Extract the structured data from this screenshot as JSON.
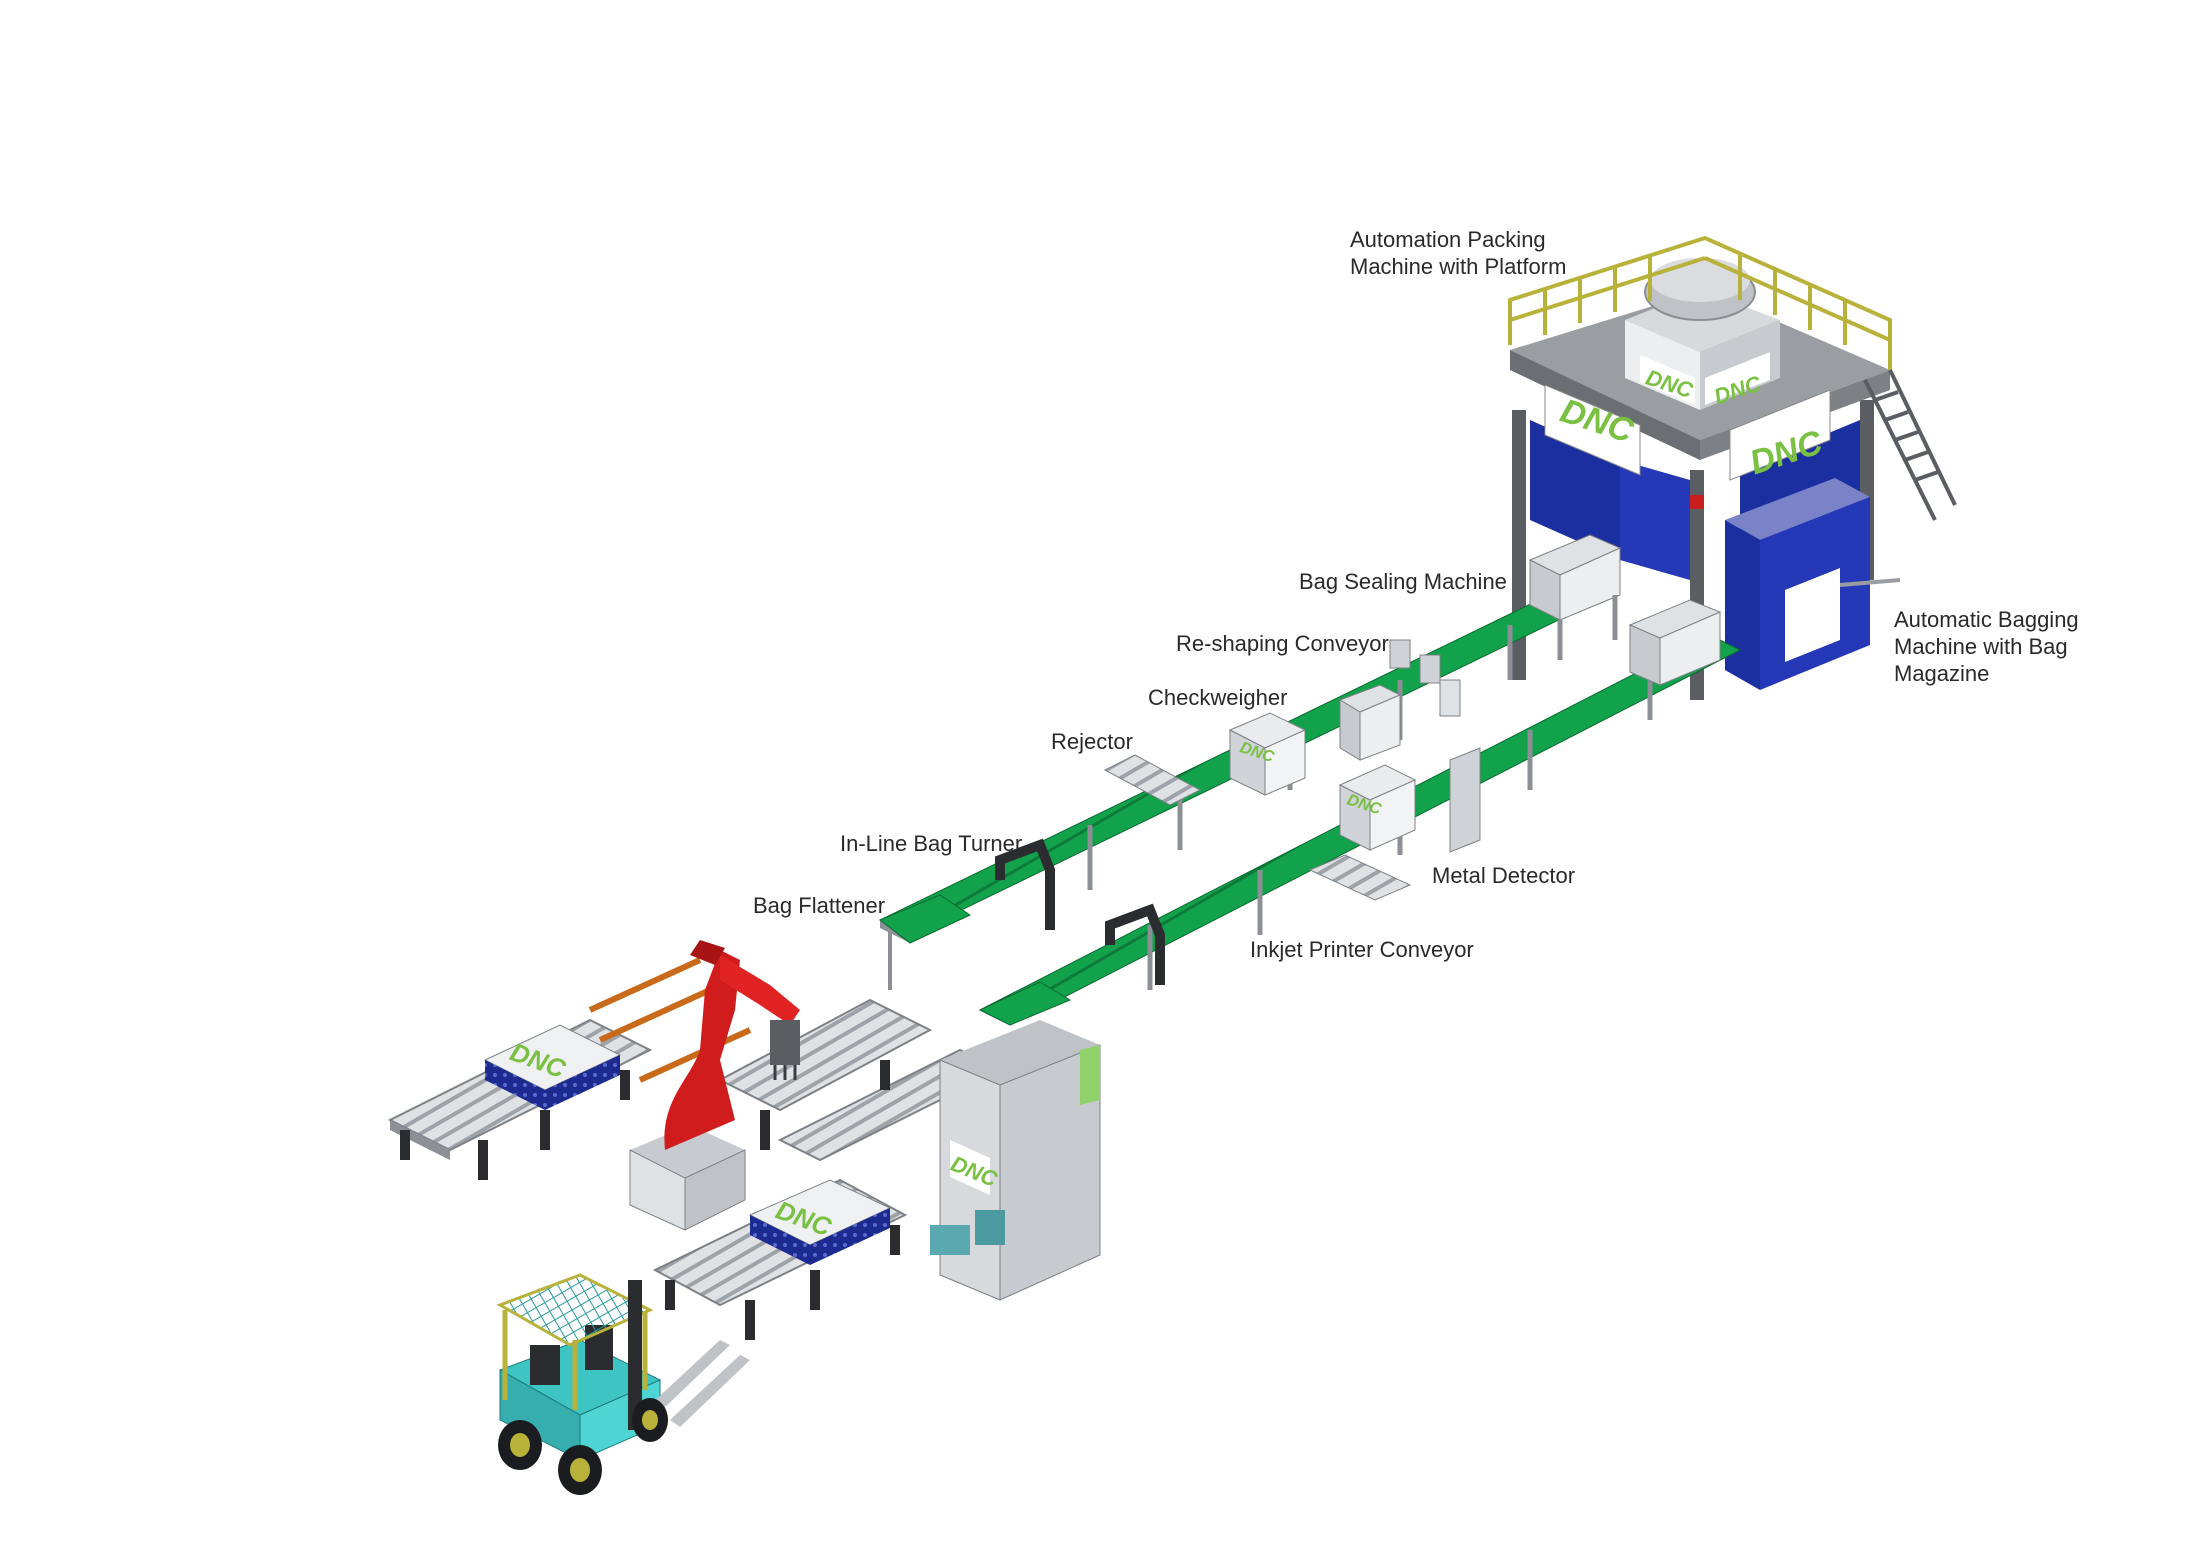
{
  "logo": {
    "text": "DNC",
    "color_primary": "#7ac143",
    "color_secondary": "#3a3a3a"
  },
  "colors": {
    "conveyor_belt": "#10a04a",
    "frame_blue": "#1c2fa0",
    "robot_red": "#d01c1c",
    "platform_rail": "#b8b23a",
    "forklift_body": "#3fc4c4",
    "steel": "#bfc3c8",
    "dark_steel": "#3a3d42"
  },
  "labels": {
    "packing_machine": {
      "line1": "Automation Packing",
      "line2": "Machine with Platform"
    },
    "bagging_machine": {
      "line1": "Automatic Bagging",
      "line2": "Machine with Bag",
      "line3": "Magazine"
    },
    "bag_sealing": "Bag Sealing Machine",
    "reshaping": "Re-shaping Conveyor",
    "checkweigher": "Checkweigher",
    "rejector": "Rejector",
    "bag_turner": "In-Line Bag Turner",
    "bag_flattener": "Bag Flattener",
    "metal_detector": "Metal Detector",
    "inkjet": "Inkjet Printer Conveyor"
  },
  "components": [
    {
      "name": "packing-platform",
      "icon": "platform-icon"
    },
    {
      "name": "bagging-magazine",
      "icon": "bag-magazine-icon"
    },
    {
      "name": "palletizing-robot",
      "icon": "robot-arm-icon"
    },
    {
      "name": "forklift",
      "icon": "forklift-icon"
    },
    {
      "name": "pallet-dispenser",
      "icon": "pallet-dispenser-icon"
    }
  ]
}
